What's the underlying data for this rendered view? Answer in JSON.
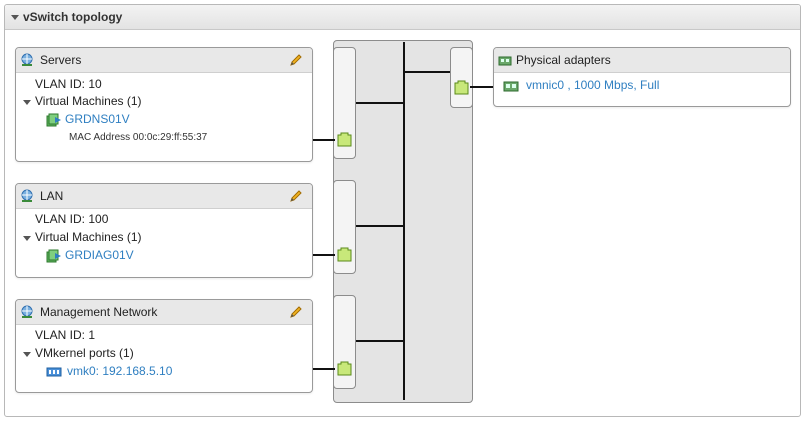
{
  "panel": {
    "title": "vSwitch topology"
  },
  "port_groups": [
    {
      "name": "Servers",
      "vlan": "VLAN ID: 10",
      "section": "Virtual Machines (1)",
      "item": "GRDNS01V",
      "detail": "MAC Address 00:0c:29:ff:55:37"
    },
    {
      "name": "LAN",
      "vlan": "VLAN ID: 100",
      "section": "Virtual Machines (1)",
      "item": "GRDIAG01V"
    },
    {
      "name": "Management Network",
      "vlan": "VLAN ID: 1",
      "section": "VMkernel ports (1)",
      "item": "vmk0: 192.168.5.10"
    }
  ],
  "physical": {
    "title": "Physical adapters",
    "nic": "vmnic0 , 1000 Mbps, Full"
  },
  "colors": {
    "link": "#2f7fc1",
    "port_fill": "#c8e87a",
    "port_stroke": "#5a8a1a"
  },
  "icons": {
    "network": "network-globe-icon",
    "edit": "pencil-icon",
    "vm": "virtual-machine-icon",
    "vmkernel": "vmkernel-adapter-icon",
    "nic": "network-card-icon",
    "port": "uplink-port-icon"
  }
}
